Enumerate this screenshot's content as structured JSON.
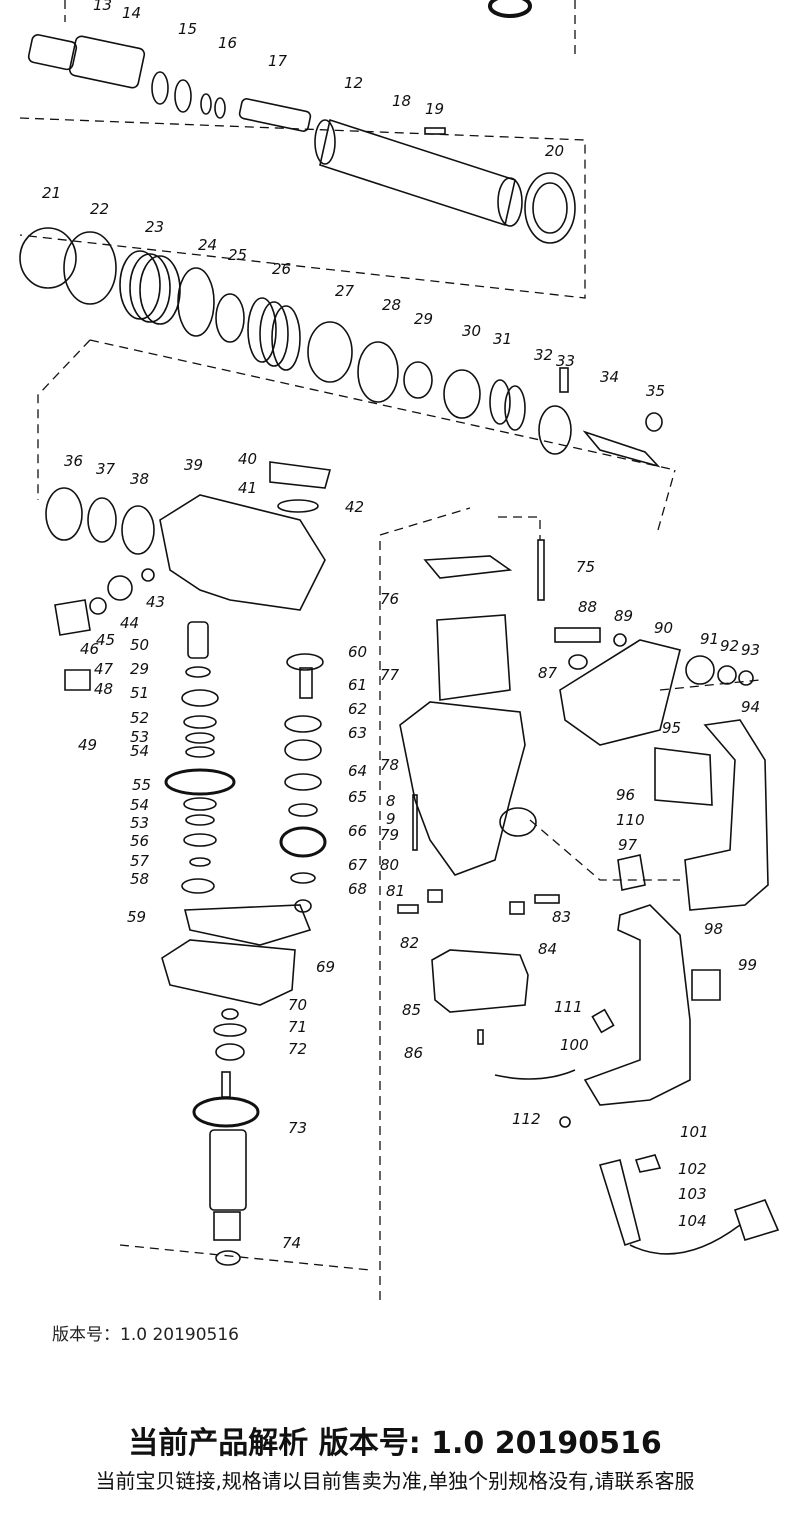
{
  "diagram": {
    "part_numbers": [
      "13",
      "14",
      "15",
      "16",
      "17",
      "12",
      "18",
      "19",
      "20",
      "21",
      "22",
      "23",
      "24",
      "25",
      "26",
      "27",
      "28",
      "29",
      "30",
      "31",
      "32",
      "33",
      "34",
      "35",
      "36",
      "37",
      "38",
      "39",
      "40",
      "41",
      "42",
      "43",
      "44",
      "45",
      "46",
      "47",
      "48",
      "49",
      "50",
      "29",
      "51",
      "52",
      "53",
      "54",
      "55",
      "54",
      "53",
      "56",
      "57",
      "58",
      "59",
      "60",
      "61",
      "62",
      "63",
      "64",
      "65",
      "66",
      "67",
      "68",
      "69",
      "70",
      "71",
      "72",
      "73",
      "74",
      "75",
      "76",
      "77",
      "78",
      "8",
      "9",
      "79",
      "80",
      "81",
      "82",
      "83",
      "84",
      "85",
      "86",
      "87",
      "88",
      "89",
      "90",
      "91",
      "92",
      "93",
      "94",
      "95",
      "96",
      "110",
      "97",
      "98",
      "99",
      "111",
      "100",
      "112",
      "101",
      "102",
      "103",
      "104"
    ]
  },
  "version_note": "版本号：1.0  20190516",
  "footer": {
    "title": "当前产品解析 版本号: 1.0 20190516",
    "subtitle": "当前宝贝链接,规格请以目前售卖为准,单独个别规格没有,请联系客服"
  }
}
